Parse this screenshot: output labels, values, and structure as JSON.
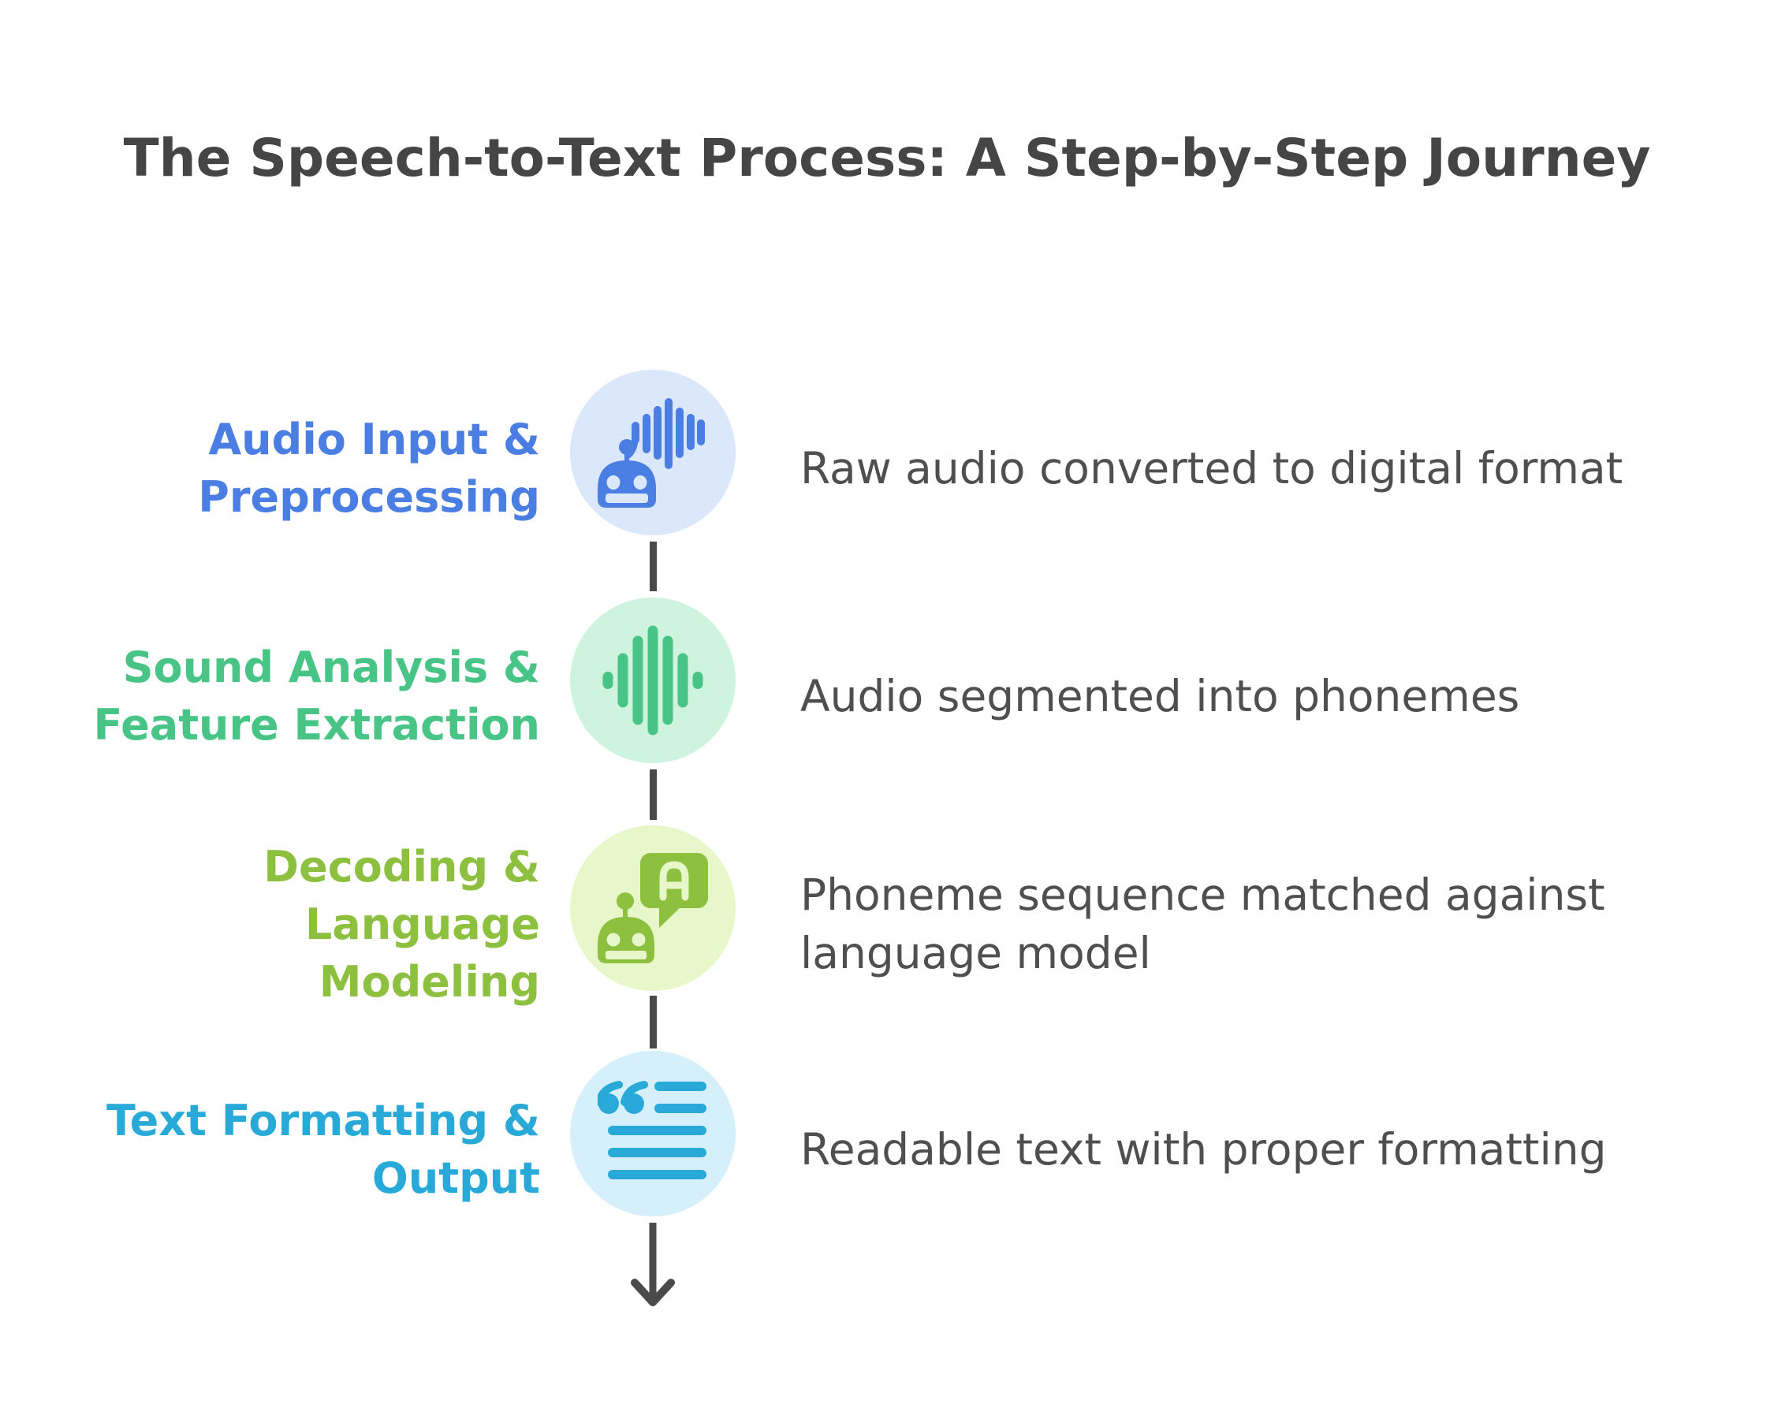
{
  "title": {
    "text": "The Speech-to-Text Process: A Step-by-Step Journey",
    "color": "#454545"
  },
  "description_color": "#4f4f4f",
  "connector": {
    "color": "#4a4a4a"
  },
  "steps": [
    {
      "name": "Audio Input & Preprocessing",
      "label_lines": [
        "Audio Input &",
        "Preprocessing"
      ],
      "description": "Raw audio converted to digital format",
      "accent_color": "#4b7ee2",
      "circle_color": "#dbe7fa",
      "icon": "robot-audio-waveform-icon"
    },
    {
      "name": "Sound Analysis & Feature Extraction",
      "label_lines": [
        "Sound Analysis &",
        "Feature Extraction"
      ],
      "description": "Audio segmented into phonemes",
      "accent_color": "#48c586",
      "circle_color": "#cef4df",
      "icon": "sound-waveform-icon"
    },
    {
      "name": "Decoding & Language Modeling",
      "label_lines": [
        "Decoding &",
        "Language",
        "Modeling"
      ],
      "description": "Phoneme sequence matched against language model",
      "accent_color": "#8ec03f",
      "circle_color": "#e7f7c9",
      "icon": "robot-speech-bubble-icon"
    },
    {
      "name": "Text Formatting & Output",
      "label_lines": [
        "Text Formatting &",
        "Output"
      ],
      "description": "Readable text with proper formatting",
      "accent_color": "#29a9d8",
      "circle_color": "#d6f0fb",
      "icon": "quote-text-lines-icon"
    }
  ]
}
